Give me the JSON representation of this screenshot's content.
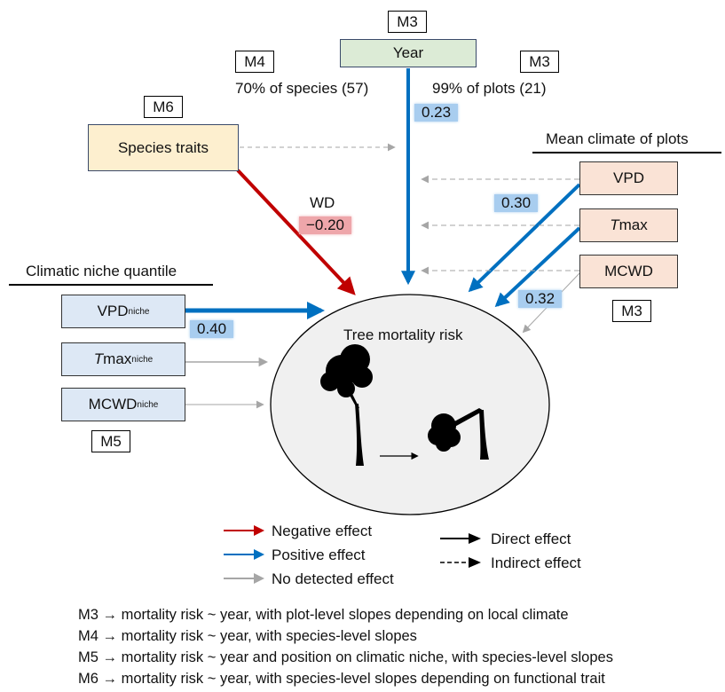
{
  "nodes": {
    "year": {
      "label": "Year",
      "tag": "M3"
    },
    "species_traits": {
      "label": "Species traits",
      "tag": "M6"
    },
    "outcome": {
      "label": "Tree mortality risk"
    },
    "mean_climate": {
      "heading": "Mean climate of plots",
      "tag": "M3",
      "items": [
        {
          "label_italic": "",
          "label": "VPD"
        },
        {
          "label_italic": "T",
          "label": "max"
        },
        {
          "label_italic": "",
          "label": "MCWD"
        }
      ]
    },
    "climatic_niche": {
      "heading": "Climatic niche quantile",
      "tag": "M5",
      "items": [
        {
          "label_italic": "",
          "label": "VPD",
          "sub": "niche"
        },
        {
          "label_italic": "T",
          "label": "max",
          "sub": "niche"
        },
        {
          "label_italic": "",
          "label": "MCWD",
          "sub": "niche"
        }
      ]
    }
  },
  "annotations": {
    "species_stat": {
      "tag": "M4",
      "text": "70% of species (57)"
    },
    "plots_stat": {
      "tag": "M3",
      "text": "99% of plots (21)"
    },
    "wd_label": "WD"
  },
  "effects": [
    {
      "from": "Year",
      "to": "Tree mortality risk",
      "type": "direct",
      "sign": "positive",
      "coef": "0.23"
    },
    {
      "from": "Species traits",
      "to": "Tree mortality risk",
      "type": "direct",
      "sign": "negative",
      "coef": "−0.20",
      "trait": "WD"
    },
    {
      "from": "VPD",
      "to": "Tree mortality risk",
      "type": "direct",
      "sign": "positive",
      "coef": "0.30"
    },
    {
      "from": "Tmax",
      "to": "Tree mortality risk",
      "type": "direct",
      "sign": "positive",
      "coef": "0.32"
    },
    {
      "from": "MCWD",
      "to": "Tree mortality risk",
      "type": "direct",
      "sign": "none",
      "coef": ""
    },
    {
      "from": "VPDniche",
      "to": "Tree mortality risk",
      "type": "direct",
      "sign": "positive",
      "coef": "0.40"
    },
    {
      "from": "Tmaxniche",
      "to": "Tree mortality risk",
      "type": "direct",
      "sign": "none",
      "coef": ""
    },
    {
      "from": "MCWDniche",
      "to": "Tree mortality risk",
      "type": "direct",
      "sign": "none",
      "coef": ""
    },
    {
      "from": "Species traits",
      "to": "Year effect",
      "type": "indirect",
      "sign": "none",
      "coef": ""
    },
    {
      "from": "VPD",
      "to": "Year effect",
      "type": "indirect",
      "sign": "none",
      "coef": ""
    },
    {
      "from": "Tmax",
      "to": "Year effect",
      "type": "indirect",
      "sign": "none",
      "coef": ""
    },
    {
      "from": "MCWD",
      "to": "Year effect",
      "type": "indirect",
      "sign": "none",
      "coef": ""
    }
  ],
  "colors": {
    "negative": "#c00000",
    "positive": "#0070c0",
    "none": "#a6a6a6",
    "direct": "#000000"
  },
  "legend": {
    "sign_items": [
      "Negative effect",
      "Positive effect",
      "No detected effect"
    ],
    "type_items": [
      "Direct effect",
      "Indirect effect"
    ]
  },
  "footnotes": [
    "M3 → mortality risk ~ year, with plot-level slopes depending on local climate",
    "M4 → mortality risk ~ year, with species-level slopes",
    "M5 → mortality risk ~ year and position on climatic niche, with species-level slopes",
    "M6 → mortality risk ~ year, with species-level slopes depending on functional trait"
  ]
}
